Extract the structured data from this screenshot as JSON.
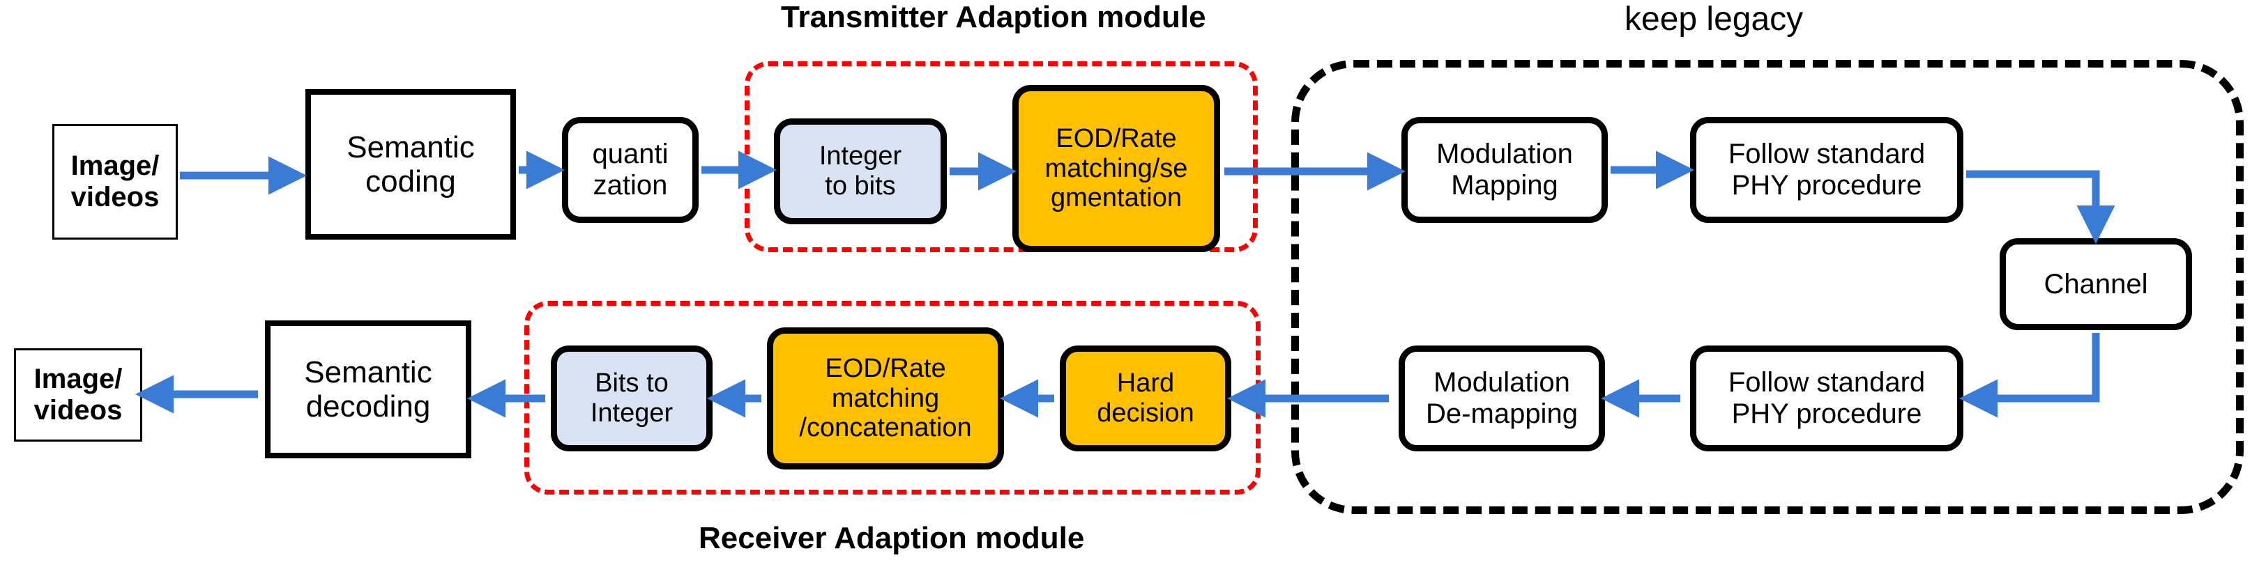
{
  "diagram": {
    "title_labels": {
      "transmitter_module": "Transmitter Adaption module",
      "keep_legacy": "keep legacy",
      "receiver_module": "Receiver Adaption module"
    },
    "colors": {
      "orange_fill": "#FFC000",
      "light_blue_fill": "#DAE3F3",
      "arrow_blue": "#3A7BD5",
      "red_dashed": "#FF0000",
      "black_dashed": "#000000"
    },
    "transmit_chain": {
      "source": "Image/\nvideos",
      "semantic_coding": "Semantic\ncoding",
      "quantization": "quanti\nzation",
      "integer_to_bits": "Integer\nto bits",
      "eod_rate_matching_segmentation": "EOD/Rate\nmatching/se\ngmentation",
      "modulation_mapping": "Modulation\nMapping",
      "follow_standard_phy": "Follow standard\nPHY procedure"
    },
    "channel": {
      "label": "Channel"
    },
    "receive_chain": {
      "follow_standard_phy": "Follow standard\nPHY procedure",
      "modulation_demapping": "Modulation\nDe-mapping",
      "hard_decision": "Hard\ndecision",
      "eod_rate_matching_concatenation": "EOD/Rate\nmatching\n/concatenation",
      "bits_to_integer": "Bits to\nInteger",
      "semantic_decoding": "Semantic\ndecoding",
      "sink": "Image/\nvideos"
    }
  }
}
